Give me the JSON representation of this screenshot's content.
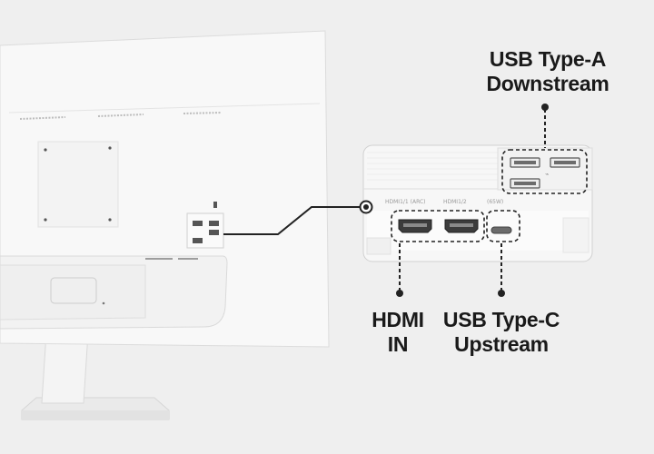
{
  "labels": {
    "usb_a": {
      "line1": "USB Type-A",
      "line2": "Downstream"
    },
    "hdmi": {
      "line1": "HDMI",
      "line2": "IN"
    },
    "usb_c": {
      "line1": "USB Type-C",
      "line2": "Upstream"
    }
  },
  "port_markings": {
    "hdmi1": "HDMI1/1 (ARC)",
    "hdmi2": "HDMI1/2",
    "usbc": "(65W)"
  },
  "colors": {
    "background": "#efefef",
    "monitor_body": "#f7f7f7",
    "callout_line": "#222222",
    "label_text": "#1a1a1a"
  }
}
